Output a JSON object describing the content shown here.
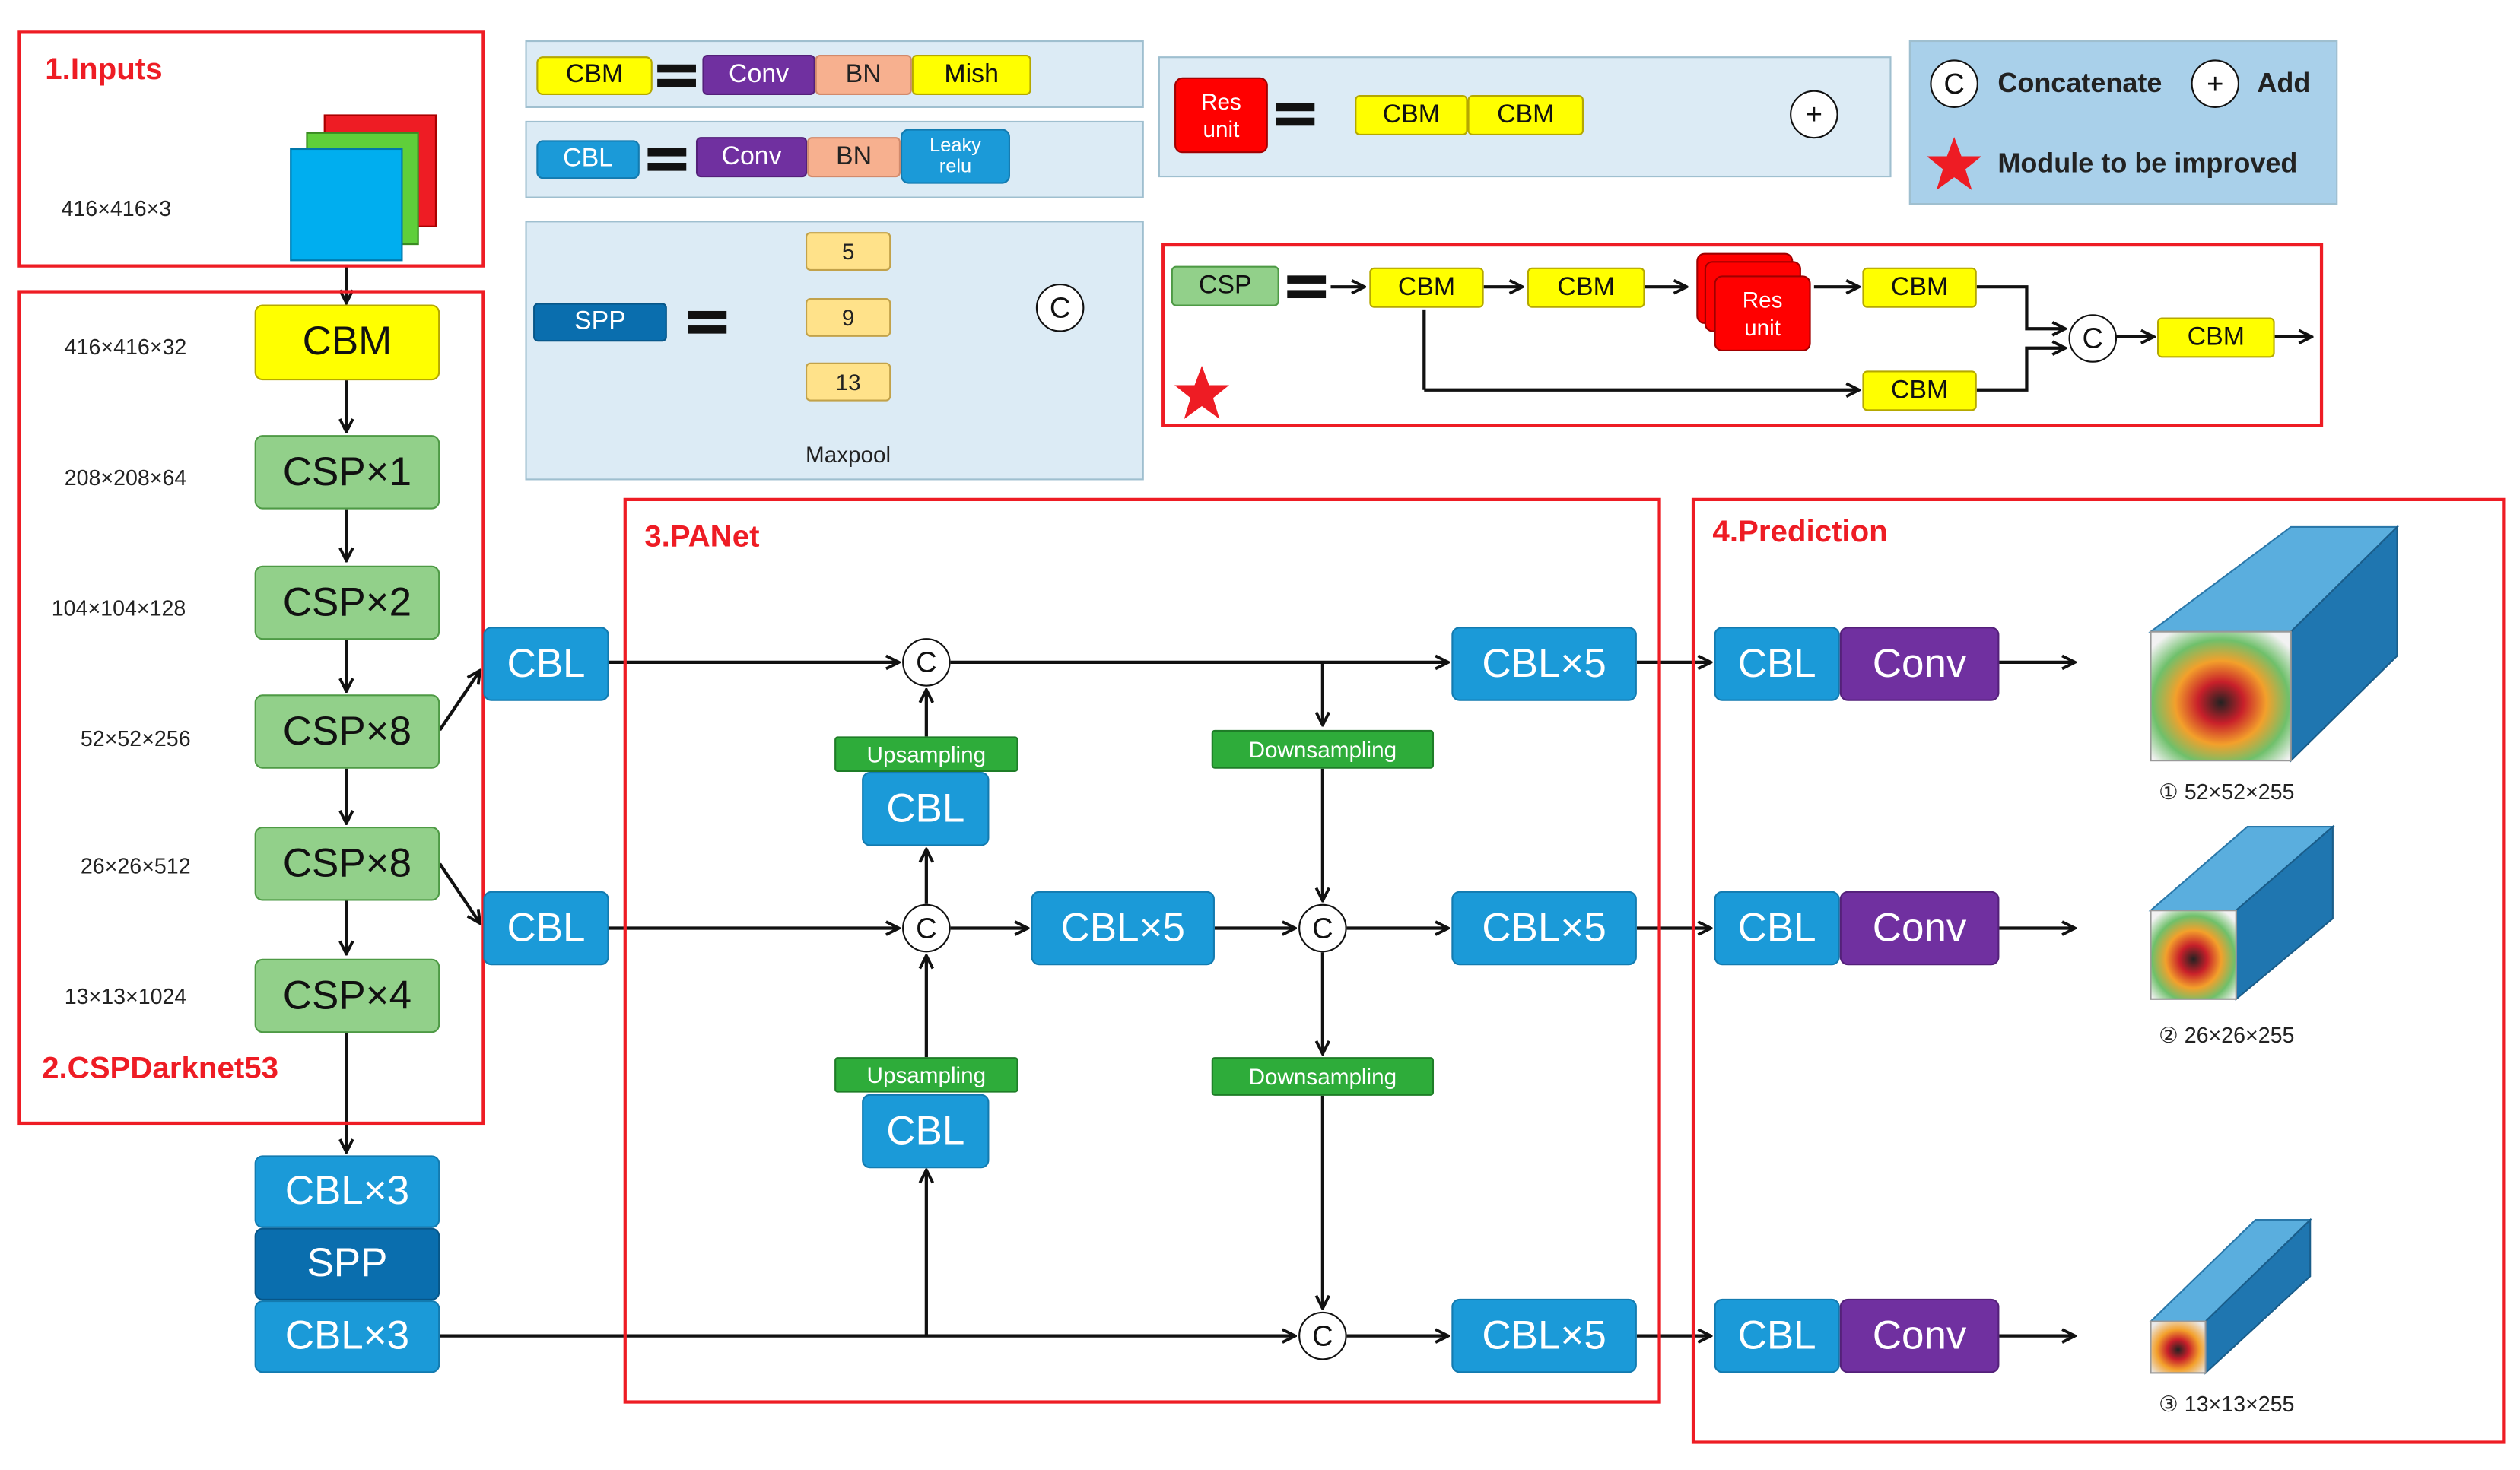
{
  "sections": {
    "inputs": "1.Inputs",
    "backbone": "2.CSPDarknet53",
    "panet": "3.PANet",
    "prediction": "4.Prediction"
  },
  "input_dim": "416×416×3",
  "backbone": {
    "dims": [
      "416×416×32",
      "208×208×64",
      "104×104×128",
      "52×52×256",
      "26×26×512",
      "13×13×1024"
    ],
    "cbm": "CBM",
    "csp": [
      "CSP×1",
      "CSP×2",
      "CSP×8",
      "CSP×8",
      "CSP×4"
    ]
  },
  "neck": {
    "cbl3_top": "CBL×3",
    "spp": "SPP",
    "cbl3_bottom": "CBL×3"
  },
  "panet": {
    "cbl": "CBL",
    "cbl5": "CBL×5",
    "upsampling": "Upsampling",
    "downsampling": "Downsampling",
    "concat": "C"
  },
  "prediction": {
    "cbl": "CBL",
    "conv": "Conv",
    "outputs": [
      "① 52×52×255",
      "② 26×26×255",
      "③ 13×13×255"
    ]
  },
  "legend": {
    "cbm": {
      "name": "CBM",
      "parts": [
        "Conv",
        "BN",
        "Mish"
      ]
    },
    "cbl": {
      "name": "CBL",
      "parts": [
        "Conv",
        "BN",
        "Leaky relu"
      ]
    },
    "spp": {
      "name": "SPP",
      "kernels": [
        "5",
        "9",
        "13"
      ],
      "maxpool": "Maxpool"
    },
    "res": {
      "name": "Res unit",
      "blocks": [
        "CBM",
        "CBM"
      ]
    },
    "csp": {
      "name": "CSP",
      "blocks": [
        "CBM",
        "CBM",
        "Res unit",
        "CBM",
        "CBM",
        "CBM"
      ]
    },
    "symbols": {
      "concat_symbol": "C",
      "concat": "Concatenate",
      "add_symbol": "+",
      "add": "Add",
      "improve": "Module to be improved"
    }
  },
  "colors": {
    "frame": "#ee1c24",
    "cbl": "#1b9ad8",
    "spp": "#0a6eae",
    "csp": "#92d08a",
    "cbm": "#ffff00",
    "conv": "#7030a0",
    "bn": "#f7b08f",
    "res_unit": "#ff0000",
    "sampling": "#2eac3a",
    "legend_bg": "#dcebf5"
  }
}
